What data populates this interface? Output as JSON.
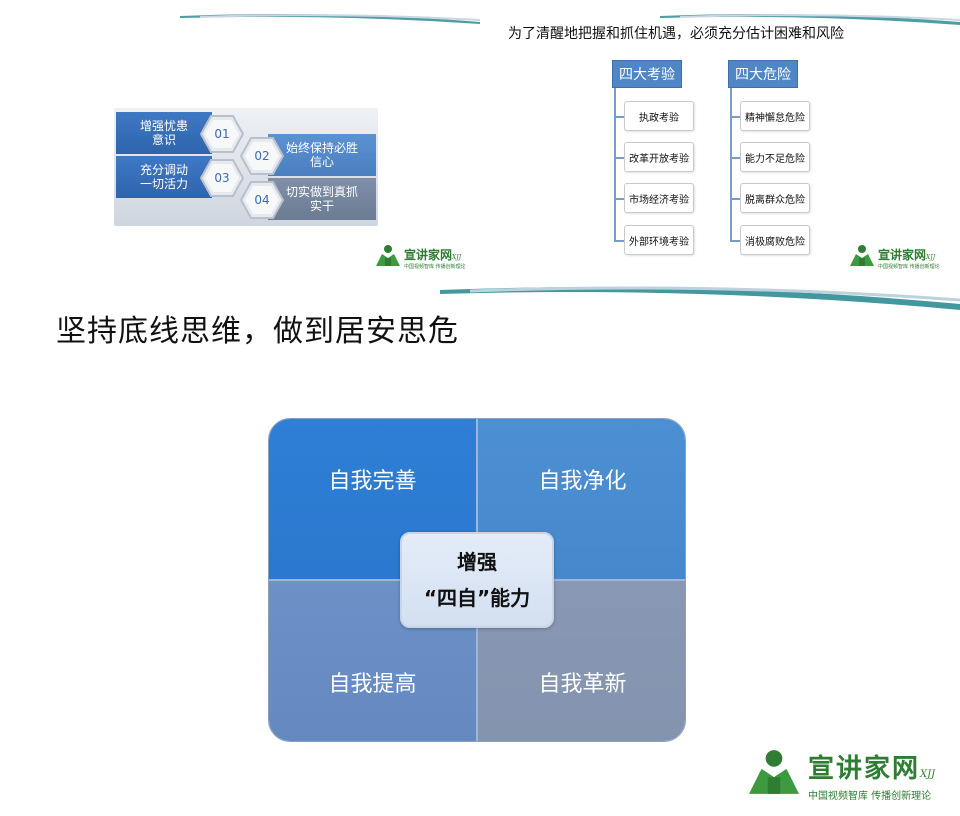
{
  "top_left": {
    "bars": [
      {
        "label": "增强忧患\n意识",
        "number": "01"
      },
      {
        "label": "始终保持必胜\n信心",
        "number": "02"
      },
      {
        "label": "充分调动\n一切活力",
        "number": "03"
      },
      {
        "label": "切实做到真抓\n实干",
        "number": "04"
      }
    ]
  },
  "top_right": {
    "title": "为了清醒地把握和抓住机遇，必须充分估计困难和风险",
    "left_group": {
      "heading": "四大考验",
      "items": [
        "执政考验",
        "改革开放考验",
        "市场经济考验",
        "外部环境考验"
      ]
    },
    "right_group": {
      "heading": "四大危险",
      "items": [
        "精神懈怠危险",
        "能力不足危险",
        "脱离群众危险",
        "消极腐败危险"
      ]
    }
  },
  "logo": {
    "main": "宣讲家网",
    "mark": "XJJ",
    "sub": "中国视频智库 传播创新理论"
  },
  "heading": "坚持底线思维，做到居安思危",
  "matrix": {
    "top_left": "自我完善",
    "top_right": "自我净化",
    "bottom_left": "自我提高",
    "bottom_right": "自我革新",
    "center_line1": "增强",
    "center_line2": "“四自”能力"
  },
  "colors": {
    "accent_blue": "#4f86c6",
    "teal_swoosh": "#2f8c94",
    "logo_green": "#2e7d32"
  }
}
